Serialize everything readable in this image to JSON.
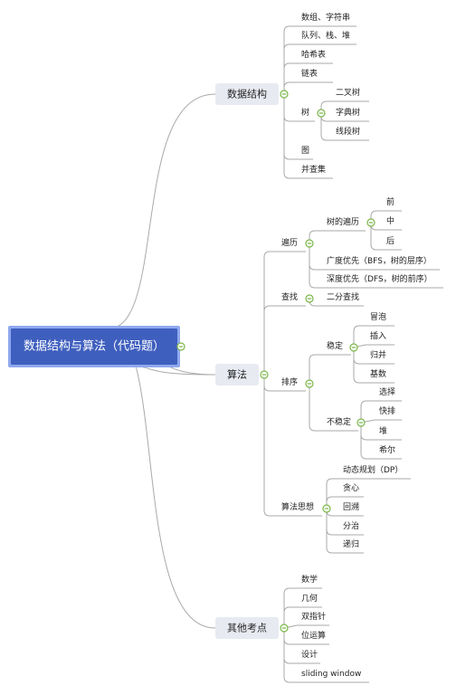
{
  "root": {
    "label": "数据结构与算法（代码题）"
  },
  "branches": [
    {
      "label": "数据结构",
      "children": [
        {
          "label": "数组、字符串"
        },
        {
          "label": "队列、栈、堆"
        },
        {
          "label": "哈希表"
        },
        {
          "label": "链表"
        },
        {
          "label": "树",
          "children": [
            {
              "label": "二叉树"
            },
            {
              "label": "字典树"
            },
            {
              "label": "线段树"
            }
          ]
        },
        {
          "label": "图"
        },
        {
          "label": "并查集"
        }
      ]
    },
    {
      "label": "算法",
      "children": [
        {
          "label": "遍历",
          "children": [
            {
              "label": "树的遍历",
              "children": [
                {
                  "label": "前"
                },
                {
                  "label": "中"
                },
                {
                  "label": "后"
                }
              ]
            },
            {
              "label": "广度优先（BFS，树的层序）"
            },
            {
              "label": "深度优先（DFS，树的前序）"
            }
          ]
        },
        {
          "label": "查找",
          "children": [
            {
              "label": "二分查找"
            }
          ]
        },
        {
          "label": "排序",
          "children": [
            {
              "label": "稳定",
              "children": [
                {
                  "label": "冒泡"
                },
                {
                  "label": "插入"
                },
                {
                  "label": "归并"
                },
                {
                  "label": "基数"
                }
              ]
            },
            {
              "label": "不稳定",
              "children": [
                {
                  "label": "选择"
                },
                {
                  "label": "快排"
                },
                {
                  "label": "堆"
                },
                {
                  "label": "希尔"
                }
              ]
            }
          ]
        },
        {
          "label": "算法思想",
          "children": [
            {
              "label": "动态规划（DP）"
            },
            {
              "label": "贪心"
            },
            {
              "label": "回溯"
            },
            {
              "label": "分治"
            },
            {
              "label": "递归"
            }
          ]
        }
      ]
    },
    {
      "label": "其他考点",
      "children": [
        {
          "label": "数学"
        },
        {
          "label": "几何"
        },
        {
          "label": "双指针"
        },
        {
          "label": "位运算"
        },
        {
          "label": "设计"
        },
        {
          "label": "sliding window"
        }
      ]
    }
  ],
  "colors": {
    "root_fill": "#3f5fbf",
    "root_border": "#8fa8ee",
    "root_text": "#ffffff",
    "main_fill": "#e8eaf2",
    "line": "#a9a9a9",
    "text": "#222222",
    "toggle_green": "#7ab648"
  }
}
